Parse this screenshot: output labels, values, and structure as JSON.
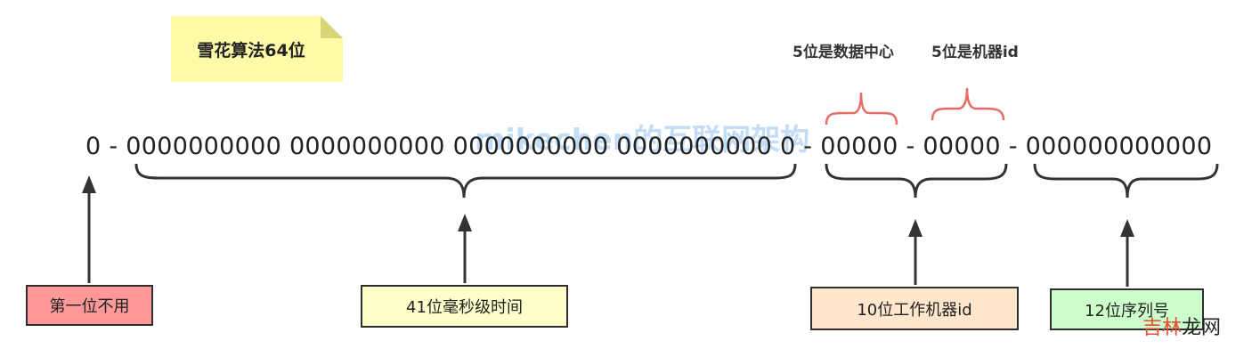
{
  "note": {
    "title": "雪花算法64位",
    "color": "#fdfaa8"
  },
  "top_labels": {
    "datacenter": "5位是数据中心",
    "machine": "5位是机器id"
  },
  "watermark": "mikechen的互联网架构",
  "bit_string": "0 - 0000000000 0000000000 0000000000 0000000000 0 - 00000 - 00000 - 000000000000",
  "boxes": {
    "first_bit": {
      "label": "第一位不用",
      "color": "#ff9999"
    },
    "timestamp": {
      "label": "41位毫秒级时间",
      "color": "#ffffcc"
    },
    "worker": {
      "label": "10位工作机器id",
      "color": "#ffe6cc"
    },
    "sequence": {
      "label": "12位序列号",
      "color": "#ccffcc"
    }
  },
  "corner_logo": {
    "part1": "吉林",
    "part2": "龙网"
  },
  "colors": {
    "brace_black": "#333333",
    "brace_red": "#ea6b66"
  }
}
